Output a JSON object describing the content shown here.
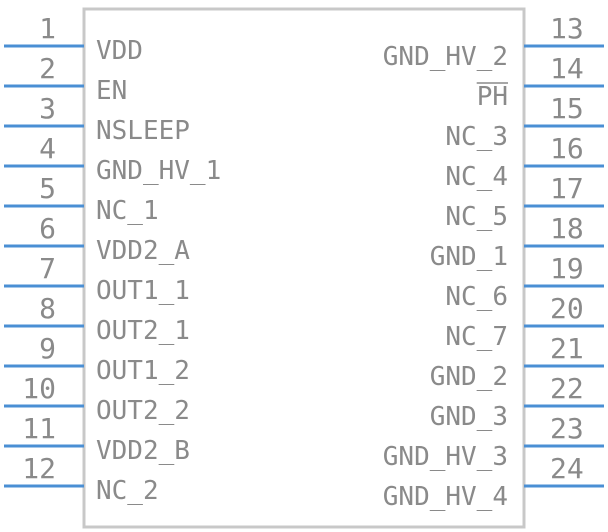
{
  "component": {
    "left_pins": [
      {
        "number": "1",
        "label": "VDD"
      },
      {
        "number": "2",
        "label": "EN"
      },
      {
        "number": "3",
        "label": "NSLEEP"
      },
      {
        "number": "4",
        "label": "GND_HV_1"
      },
      {
        "number": "5",
        "label": "NC_1"
      },
      {
        "number": "6",
        "label": "VDD2_A"
      },
      {
        "number": "7",
        "label": "OUT1_1"
      },
      {
        "number": "8",
        "label": "OUT2_1"
      },
      {
        "number": "9",
        "label": "OUT1_2"
      },
      {
        "number": "10",
        "label": "OUT2_2"
      },
      {
        "number": "11",
        "label": "VDD2_B"
      },
      {
        "number": "12",
        "label": "NC_2"
      }
    ],
    "right_pins": [
      {
        "number": "13",
        "label": "GND_HV_2"
      },
      {
        "number": "14",
        "label": "PH",
        "overbar": true
      },
      {
        "number": "15",
        "label": "NC_3"
      },
      {
        "number": "16",
        "label": "NC_4"
      },
      {
        "number": "17",
        "label": "NC_5"
      },
      {
        "number": "18",
        "label": "GND_1"
      },
      {
        "number": "19",
        "label": "NC_6"
      },
      {
        "number": "20",
        "label": "NC_7"
      },
      {
        "number": "21",
        "label": "GND_2"
      },
      {
        "number": "22",
        "label": "GND_3"
      },
      {
        "number": "23",
        "label": "GND_HV_3"
      },
      {
        "number": "24",
        "label": "GND_HV_4"
      }
    ],
    "colors": {
      "pin_line": "#4a8fd4",
      "text": "#8a8a8a",
      "body_outline": "#c8c8c8"
    }
  }
}
